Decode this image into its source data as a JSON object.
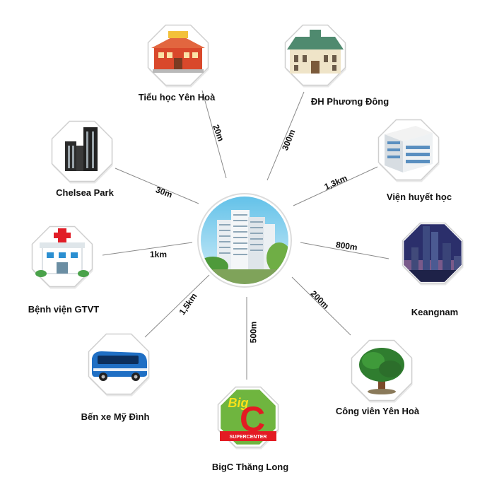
{
  "center": {
    "icon": "apartment-building-icon"
  },
  "places": [
    {
      "id": "tieu-hoc-yen-hoa",
      "name": "Tiểu học Yên Hoà",
      "distance": "20m",
      "icon": "school-building-icon"
    },
    {
      "id": "dh-phuong-dong",
      "name": "ĐH Phương Đông",
      "distance": "300m",
      "icon": "university-building-icon"
    },
    {
      "id": "vien-huyet-hoc",
      "name": "Viện huyết học",
      "distance": "1,3km",
      "icon": "institute-building-icon"
    },
    {
      "id": "keangnam",
      "name": "Keangnam",
      "distance": "800m",
      "icon": "skyscraper-night-icon"
    },
    {
      "id": "cong-vien-yen-hoa",
      "name": "Công viên Yên Hoà",
      "distance": "200m",
      "icon": "tree-icon"
    },
    {
      "id": "bigc-thang-long",
      "name": "BigC Thăng Long",
      "distance": "500m",
      "icon": "bigc-logo",
      "logo": {
        "top": "Big",
        "letter": "C",
        "bottom": "SUPERCENTER"
      }
    },
    {
      "id": "ben-xe-my-dinh",
      "name": "Bến xe Mỹ Đình",
      "distance": "1,5km",
      "icon": "bus-icon"
    },
    {
      "id": "benh-vien-gtvt",
      "name": "Bệnh viện GTVT",
      "distance": "1km",
      "icon": "hospital-icon"
    },
    {
      "id": "chelsea-park",
      "name": "Chelsea Park",
      "distance": "30m",
      "icon": "office-tower-icon"
    }
  ]
}
